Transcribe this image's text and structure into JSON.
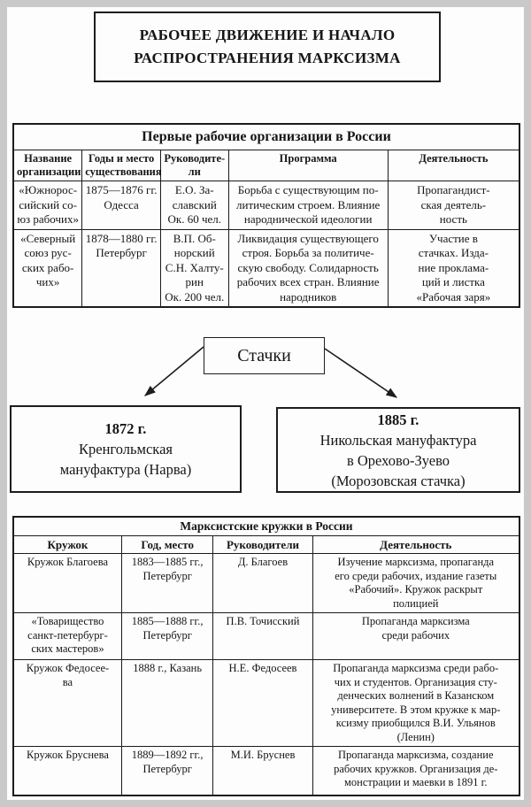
{
  "colors": {
    "ink": "#1b1b1b",
    "paper": "#fdfdfd",
    "frame_gray": "#c9c9c9"
  },
  "main_title": "РАБОЧЕЕ ДВИЖЕНИЕ И НАЧАЛО\nРАСПРОСТРАНЕНИЯ МАРКСИЗМА",
  "table1": {
    "title": "Первые рабочие организации в России",
    "headers": [
      "Название\nорганизации",
      "Годы и место\nсуществования",
      "Руководите-\nли",
      "Программа",
      "Деятельность"
    ],
    "rows": [
      [
        "«Южнорос-\nсийский со-\nюз рабочих»",
        "1875—1876 гг.\nОдесса",
        "Е.О. За-\nславский\nОк. 60 чел.",
        "Борьба с существующим по-\nлитическим строем. Влияние\nнароднической идеологии",
        "Пропагандист-\nская деятель-\nность"
      ],
      [
        "«Северный\nсоюз рус-\nских рабо-\nчих»",
        "1878—1880 гг.\nПетербург",
        "В.П. Об-\nнорский\nС.Н. Халту-\nрин\nОк. 200 чел.",
        "Ликвидация существующего\nстроя. Борьба за политиче-\nскую свободу. Солидарность\nрабочих всех стран. Влияние\nнародников",
        "Участие в\nстачках. Изда-\nние проклама-\nций и листка\n«Рабочая заря»"
      ]
    ]
  },
  "strikes": {
    "label": "Стачки",
    "left_box": {
      "year": "1872 г.",
      "text": "Кренгольмская\nмануфактура (Нарва)"
    },
    "right_box": {
      "year": "1885 г.",
      "text": "Никольская мануфактура\nв Орехово-Зуево\n(Морозовская стачка)"
    }
  },
  "table2": {
    "title": "Марксистские кружки в России",
    "headers": [
      "Кружок",
      "Год, место",
      "Руководители",
      "Деятельность"
    ],
    "rows": [
      [
        "Кружок Благоева",
        "1883—1885 гг.,\nПетербург",
        "Д. Благоев",
        "Изучение марксизма, пропаганда\nего среди рабочих, издание газеты\n«Рабочий». Кружок раскрыт\nполицией"
      ],
      [
        "«Товарищество\nсанкт-петербург-\nских мастеров»",
        "1885—1888 гг.,\nПетербург",
        "П.В. Точисский",
        "Пропаганда марксизма\nсреди рабочих"
      ],
      [
        "Кружок Федосее-\nва",
        "1888 г., Казань",
        "Н.Е. Федосеев",
        "Пропаганда марксизма среди рабо-\nчих и студентов. Организация сту-\nденческих волнений в Казанском\nуниверситете. В этом кружке к мар-\nксизму приобщился В.И. Ульянов\n(Ленин)"
      ],
      [
        "Кружок Бруснева",
        "1889—1892 гг.,\nПетербург",
        "М.И. Бруснев",
        "Пропаганда марксизма, создание\nрабочих кружков. Организация де-\nмонстрации и маевки в 1891 г."
      ]
    ]
  }
}
